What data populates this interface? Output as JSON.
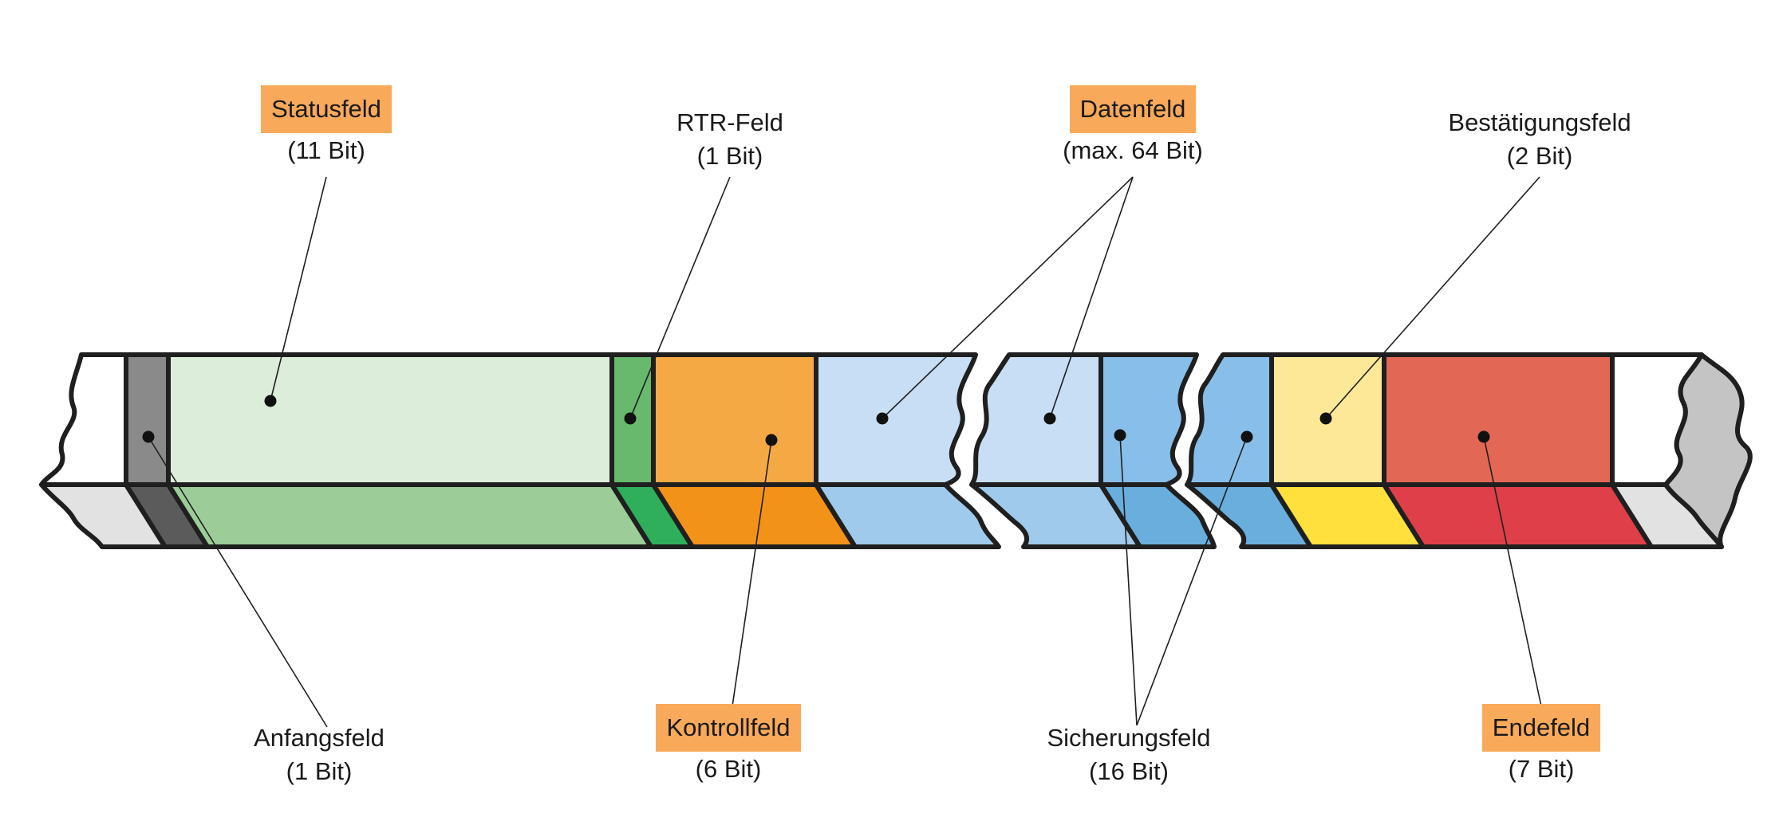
{
  "colors": {
    "outline": "#1f1f1f",
    "highlight": "#f9a95a"
  },
  "segments": [
    {
      "id": "start-edge",
      "front": "#ffffff",
      "bottom": "#e2e2e2"
    },
    {
      "id": "anfangsfeld",
      "front": "#8a8a8a",
      "bottom": "#5b5b5b"
    },
    {
      "id": "statusfeld",
      "front": "#dcedda",
      "bottom": "#9ccd98"
    },
    {
      "id": "rtr-feld",
      "front": "#68b86e",
      "bottom": "#2fae5c"
    },
    {
      "id": "kontrollfeld",
      "front": "#f5a945",
      "bottom": "#f29218"
    },
    {
      "id": "datenfeld-1",
      "front": "#c8def5",
      "bottom": "#a0caeb"
    },
    {
      "id": "datenfeld-2",
      "front": "#c8def5",
      "bottom": "#a0caeb"
    },
    {
      "id": "sicherungsfeld-1",
      "front": "#87bfea",
      "bottom": "#69aedd"
    },
    {
      "id": "sicherungsfeld-2",
      "front": "#87bfea",
      "bottom": "#69aedd"
    },
    {
      "id": "bestaetigungsfeld",
      "front": "#fde898",
      "bottom": "#ffe03d"
    },
    {
      "id": "endefeld",
      "front": "#e26855",
      "bottom": "#de3f49"
    },
    {
      "id": "end-edge",
      "front": "#ffffff",
      "bottom": "#e2e2e2"
    }
  ],
  "labels": {
    "statusfeld": {
      "name": "Statusfeld",
      "bits": "(11 Bit)",
      "highlight": true
    },
    "rtr": {
      "name": "RTR-Feld",
      "bits": "(1 Bit)",
      "highlight": false
    },
    "datenfeld": {
      "name": "Datenfeld",
      "bits": "(max. 64 Bit)",
      "highlight": true
    },
    "bestaetigungsfeld": {
      "name": "Bestätigungsfeld",
      "bits": "(2 Bit)",
      "highlight": false
    },
    "anfangsfeld": {
      "name": "Anfangsfeld",
      "bits": "(1 Bit)",
      "highlight": false
    },
    "kontrollfeld": {
      "name": "Kontrollfeld",
      "bits": "(6 Bit)",
      "highlight": true
    },
    "sicherungsfeld": {
      "name": "Sicherungsfeld",
      "bits": "(16 Bit)",
      "highlight": false
    },
    "endefeld": {
      "name": "Endefeld",
      "bits": "(7 Bit)",
      "highlight": true
    }
  }
}
